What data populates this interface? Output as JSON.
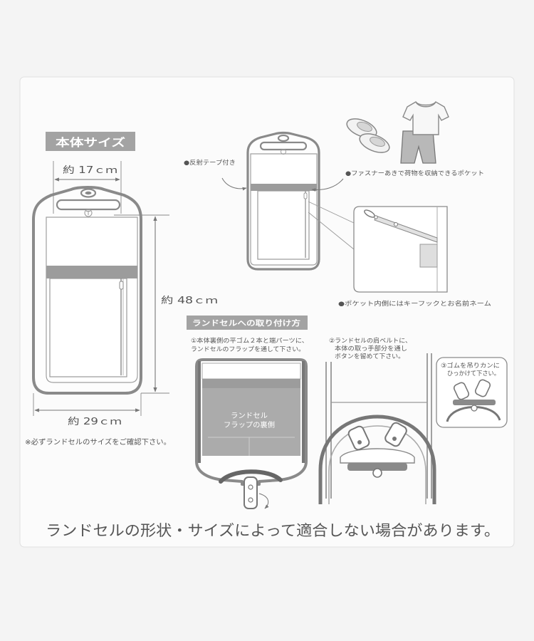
{
  "size_section": {
    "heading": "本体サイズ",
    "width_top": "約 17ｃｍ",
    "height": "約 48ｃｍ",
    "width_bottom": "約 29ｃｍ",
    "note": "※必ずランドセルのサイズをご確認下さい。"
  },
  "features": {
    "reflective_tape": "●反射テープ付き",
    "zip_pocket": "●ファスナーあきで荷物を収納できるポケット",
    "key_hook": "●ポケット内側にはキーフックとお名前ネーム"
  },
  "install": {
    "heading": "ランドセルへの取り付け方",
    "step1": [
      "①本体裏側の平ゴム２本と端パーツに、",
      "ランドセルのフラップを通して下さい。"
    ],
    "step2": [
      "②ランドセルの肩ベルトに、",
      "本体の取っ手部分を通し",
      "ボタンを留めて下さい。"
    ],
    "step3": [
      "③ゴムを吊りカンに",
      "ひっかけて下さい。"
    ],
    "flap_label": [
      "ランドセル",
      "フラップの裏側"
    ]
  },
  "disclaimer": "ランドセルの形状・サイズによって適合しない場合があります。",
  "icons": {
    "shoes": "shoes-icon",
    "shirt": "t-shirt-icon",
    "shorts": "shorts-icon",
    "key_hook": "key-hook-icon"
  },
  "colors": {
    "background": "#f4f4f4",
    "card": "#fbfbfb",
    "label_box": "#a3a3a3",
    "line": "#8a8a8a",
    "band": "#9c9c9c",
    "text": "#555555"
  }
}
